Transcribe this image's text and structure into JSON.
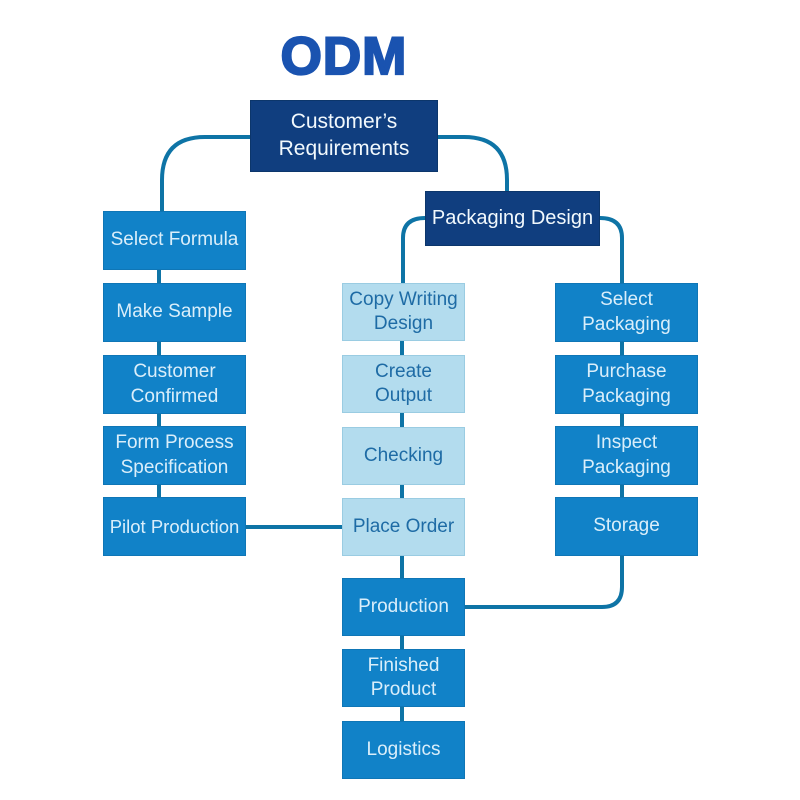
{
  "title": "ODM",
  "colors": {
    "title": "#1a53b0",
    "dark_box": "#103e7f",
    "blue_box": "#1182c8",
    "light_box": "#b3dcee",
    "light_box_text": "#1e6ba5",
    "box_text": "#f2f9fd",
    "line": "#0e74a6",
    "bg": "#ffffff"
  },
  "nodes": {
    "customers_requirements": "Customer’s\nRequirements",
    "packaging_design": "Packaging Design",
    "select_formula": "Select Formula",
    "make_sample": "Make Sample",
    "customer_confirmed": "Customer\nConfirmed",
    "form_process_specification": "Form Process\nSpecification",
    "pilot_production": "Pilot Production",
    "copy_writing_design": "Copy Writing\nDesign",
    "create_output": "Create\nOutput",
    "checking": "Checking",
    "place_order": "Place Order",
    "production": "Production",
    "finished_product": "Finished\nProduct",
    "logistics": "Logistics",
    "select_packaging": "Select\nPackaging",
    "purchase_packaging": "Purchase\nPackaging",
    "inspect_packaging": "Inspect\nPackaging",
    "storage": "Storage"
  }
}
